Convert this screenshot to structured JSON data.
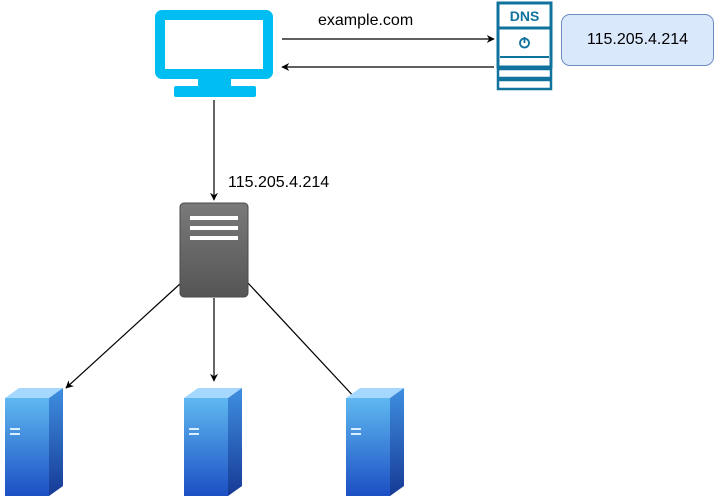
{
  "diagram": {
    "title": "",
    "request_label": "example.com",
    "resolved_ip_label": "115.205.4.214",
    "dns_icon_text": "DNS",
    "dns_result_box": "115.205.4.214"
  },
  "nodes": [
    {
      "id": "client",
      "icon": "monitor-icon"
    },
    {
      "id": "dns-server",
      "icon": "dns-server-icon"
    },
    {
      "id": "dns-result",
      "icon": "rounded-box"
    },
    {
      "id": "load-balancer",
      "icon": "proxy-server-icon"
    },
    {
      "id": "backend-1",
      "icon": "server-tower-icon"
    },
    {
      "id": "backend-2",
      "icon": "server-tower-icon"
    },
    {
      "id": "backend-3",
      "icon": "server-tower-icon"
    }
  ],
  "edges": [
    {
      "from": "client",
      "to": "dns-server",
      "label_key": "request_label"
    },
    {
      "from": "dns-server",
      "to": "client"
    },
    {
      "from": "client",
      "to": "load-balancer",
      "label_key": "resolved_ip_label"
    },
    {
      "from": "load-balancer",
      "to": "backend-1"
    },
    {
      "from": "load-balancer",
      "to": "backend-2"
    },
    {
      "from": "load-balancer",
      "to": "backend-3"
    }
  ],
  "colors": {
    "monitor": "#00bef2",
    "dns_icon": "#10739e",
    "ip_box_fill": "#dae8fc",
    "ip_box_border": "#6c8ebf",
    "load_balancer": "#666666",
    "server_tower_top": "#5fb8f0",
    "server_tower_bottom": "#1c4fc4",
    "arrow": "#000000"
  }
}
